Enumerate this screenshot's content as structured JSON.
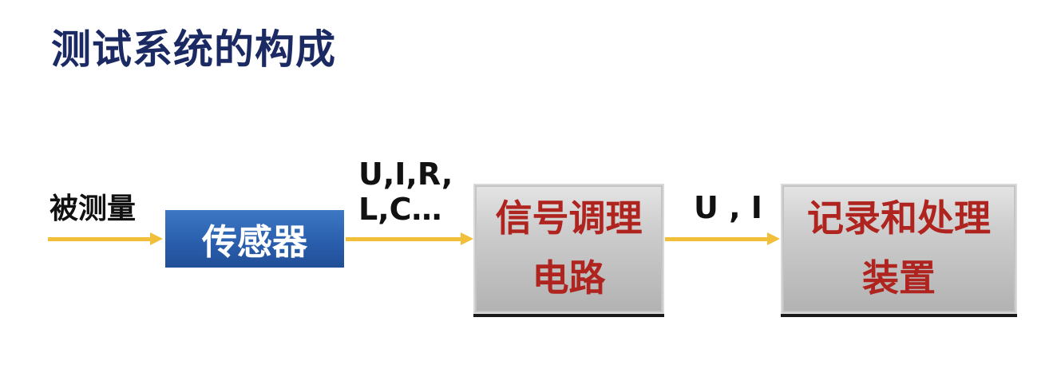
{
  "title": "测试系统的构成",
  "input": {
    "label": "被测量"
  },
  "blocks": {
    "sensor": "传感器",
    "conditioning": {
      "line1": "信号调理",
      "line2": "电路"
    },
    "recording": {
      "line1": "记录和处理",
      "line2": "装置"
    }
  },
  "signals": {
    "sensor_output": "U,I,R,\nL,C…",
    "conditioning_output": "U , I"
  },
  "colors": {
    "title": "#1c2a63",
    "arrow": "#f2bf3a",
    "sensor_box": "#2a5fae",
    "block_text": "#b02420",
    "gray_box": "#c4c4c4"
  }
}
